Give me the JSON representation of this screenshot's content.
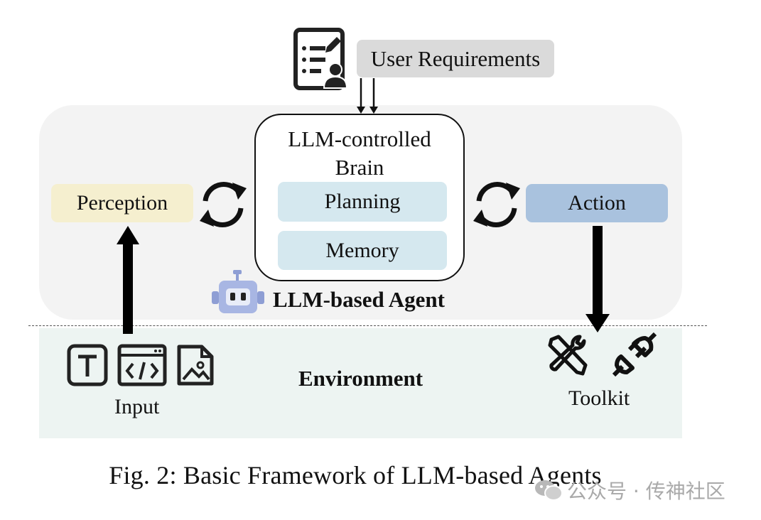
{
  "user_requirements": "User Requirements",
  "brain": {
    "title_line1": "LLM-controlled",
    "title_line2": "Brain",
    "planning": "Planning",
    "memory": "Memory"
  },
  "perception": "Perception",
  "action": "Action",
  "agent_label": "LLM-based Agent",
  "environment_label": "Environment",
  "input_label": "Input",
  "toolkit_label": "Toolkit",
  "caption": "Fig. 2: Basic Framework of LLM-based Agents",
  "watermark": "公众号 · 传神社区",
  "colors": {
    "agent_panel": "#f3f3f3",
    "environment_panel": "#edf4f2",
    "perception": "#f5efcf",
    "action": "#a9c2de",
    "brain_modules": "#d5e8ef",
    "user_requirements": "#dadada",
    "robot_icon": "#a8b6e3"
  },
  "icons": [
    "document-user-icon",
    "cycle-arrows-icon",
    "robot-icon",
    "text-file-icon",
    "code-file-icon",
    "image-file-icon",
    "wrench-screwdriver-icon",
    "plug-icon",
    "wechat-icon"
  ]
}
